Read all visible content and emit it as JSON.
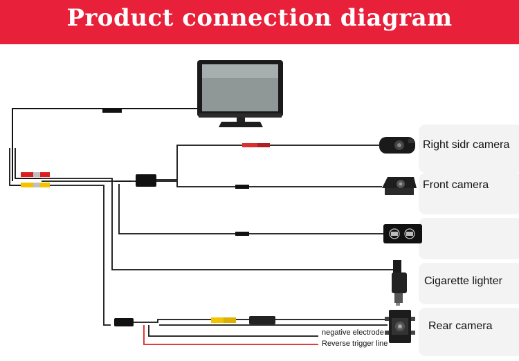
{
  "header": {
    "title": "Product connection diagram"
  },
  "devices": {
    "monitor": {
      "name": "monitor-icon"
    },
    "right_camera": {
      "label": "Right sidr camera"
    },
    "front_camera": {
      "label": "Front camera"
    },
    "switch_panel": {
      "name": "switch-panel-icon"
    },
    "cigarette_lighter": {
      "label": "Cigarette lighter"
    },
    "rear_camera": {
      "label": "Rear camera"
    }
  },
  "wires": {
    "negative_label": "negative electrode",
    "reverse_label": "Reverse trigger line"
  },
  "colors": {
    "banner": "#e8203a",
    "cable": "#111111",
    "reverse_wire": "#e02020",
    "rca_red": "#d82020",
    "rca_yellow": "#f2c400"
  }
}
